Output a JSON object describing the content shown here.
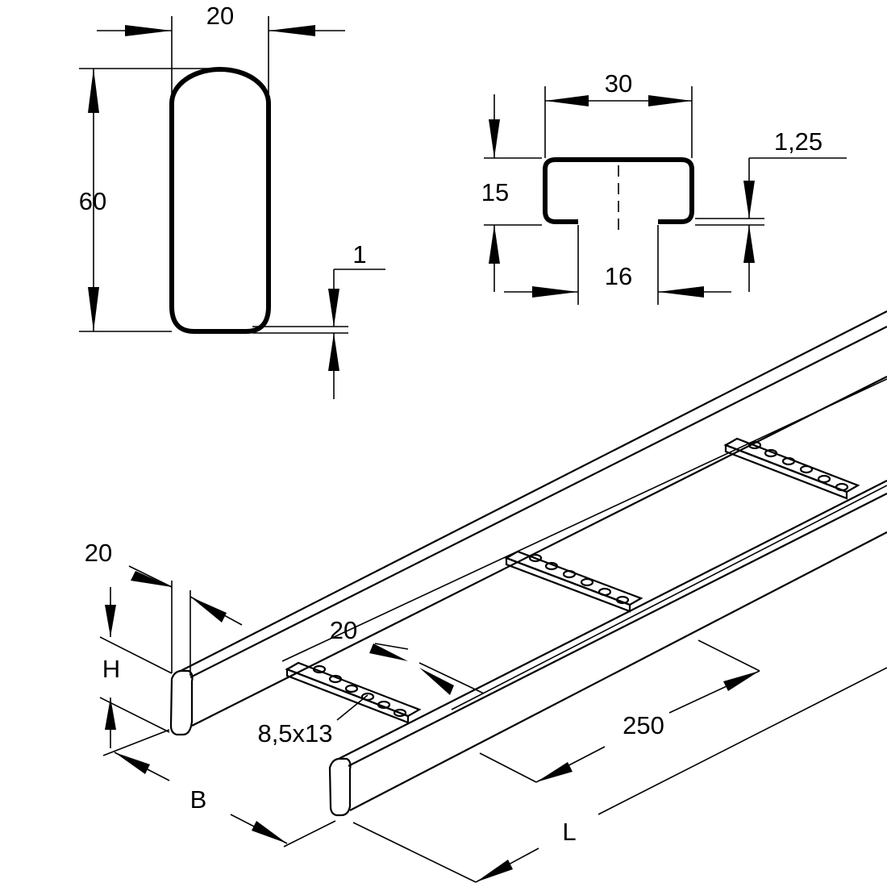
{
  "section_oval": {
    "width": "20",
    "height": "60",
    "wall": "1"
  },
  "section_channel": {
    "width": "30",
    "height": "15",
    "wall": "1,25",
    "opening": "16"
  },
  "ladder": {
    "rail_width": "20",
    "height_symbol": "H",
    "rung_width": "20",
    "slot_size": "8,5x13",
    "rung_spacing": "250",
    "width_symbol": "B",
    "length_symbol": "L"
  }
}
